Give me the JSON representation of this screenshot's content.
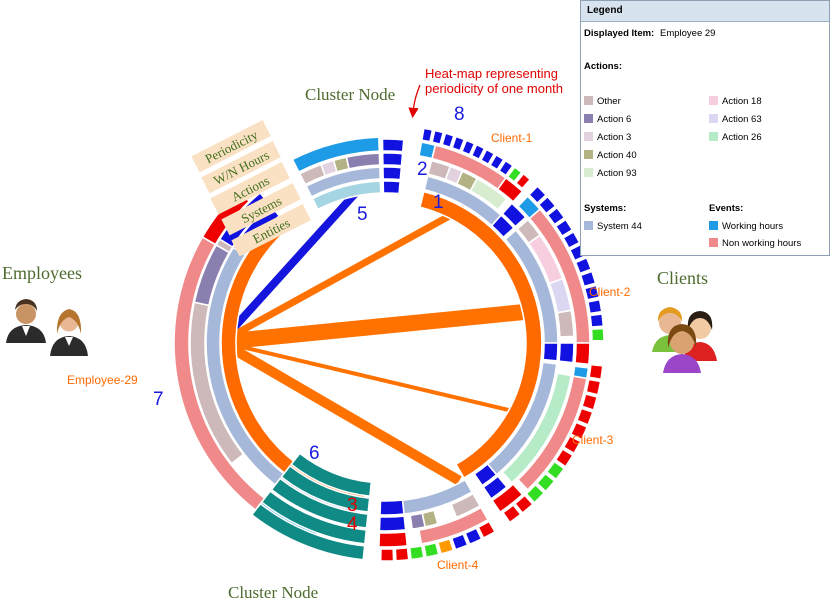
{
  "labels": {
    "cluster_node_top": "Cluster Node",
    "cluster_node_bottom": "Cluster Node",
    "employees": "Employees",
    "clients": "Clients",
    "employee_29": "Employee-29",
    "client_1": "Client-1",
    "client_2": "Client-2",
    "client_3": "Client-3",
    "client_4": "Client-4",
    "heatmap_note_line1": "Heat-map representing",
    "heatmap_note_line2": "periodicity of one month"
  },
  "ring_tags": [
    "Periodicity",
    "W/N Hours",
    "Actions",
    "Systems",
    "Entities"
  ],
  "markers": {
    "n1": "1",
    "n2": "2",
    "n3": "3",
    "n4": "4",
    "n5": "5",
    "n6": "6",
    "n7": "7",
    "n8": "8"
  },
  "legend": {
    "title": "Legend",
    "displayed_item_label": "Displayed Item:",
    "displayed_item_value": "Employee 29",
    "actions_heading": "Actions:",
    "actions": [
      {
        "name": "Other",
        "color": "#cdb9b9"
      },
      {
        "name": "Action 6",
        "color": "#8b7fb0"
      },
      {
        "name": "Action 3",
        "color": "#e2d2e0"
      },
      {
        "name": "Action 40",
        "color": "#b2b285"
      },
      {
        "name": "Action 93",
        "color": "#d8ecd0"
      },
      {
        "name": "Action 18",
        "color": "#f7cde0"
      },
      {
        "name": "Action 63",
        "color": "#dbd6f2"
      },
      {
        "name": "Action 26",
        "color": "#b6ebc8"
      }
    ],
    "systems_heading": "Systems:",
    "systems": [
      {
        "name": "System 44",
        "color": "#a5b8da"
      }
    ],
    "events_heading": "Events:",
    "events": [
      {
        "name": "Working hours",
        "color": "#1e9be6"
      },
      {
        "name": "Non working hours",
        "color": "#f08a8a"
      }
    ]
  },
  "colors": {
    "link": "#ff7200",
    "selected_link": "#1515dd",
    "entity": "#a5b8da",
    "cluster": "#0f8a84",
    "heat_blue": "#1111e0",
    "heat_red": "#ee0000",
    "heat_green": "#33dd22",
    "heat_orange": "#ff9900"
  }
}
